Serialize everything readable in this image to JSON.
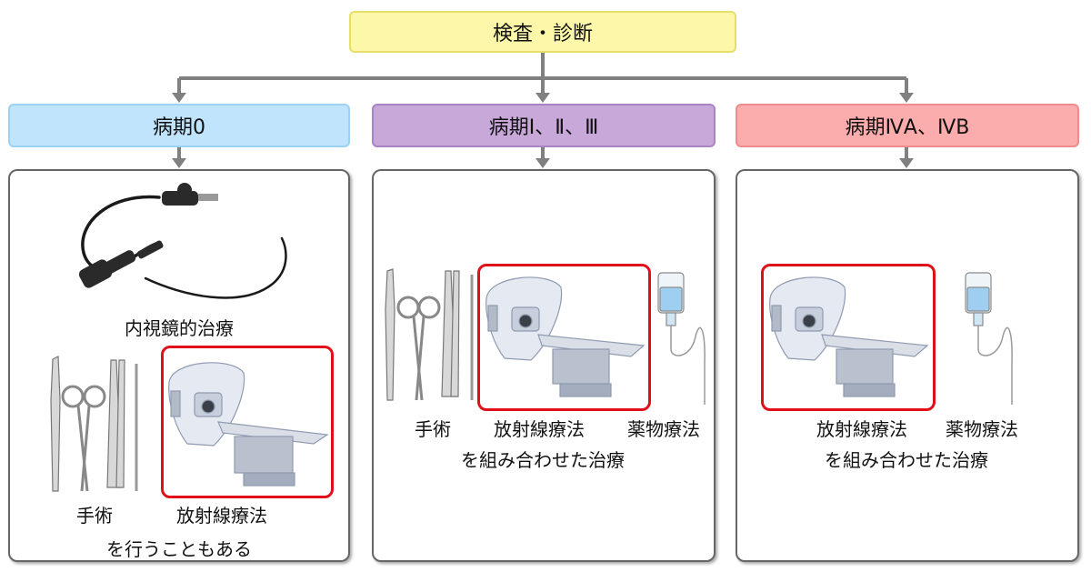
{
  "top": {
    "label": "検査・診断"
  },
  "stages": [
    {
      "header": "病期0",
      "color": "#bfe4fb",
      "border": "#9cd2f2",
      "items": {
        "endoscopic": "内視鏡的治療",
        "surgery": "手術",
        "radiation": "放射線療法",
        "note": "を行うこともある"
      }
    },
    {
      "header": "病期Ⅰ、Ⅱ、Ⅲ",
      "color": "#c7a8d9",
      "border": "#a884c4",
      "items": {
        "surgery": "手術",
        "radiation": "放射線療法",
        "drug": "薬物療法",
        "note": "を組み合わせた治療"
      }
    },
    {
      "header": "病期ⅣA、ⅣB",
      "color": "#fbacac",
      "border": "#ef8d8d",
      "items": {
        "radiation": "放射線療法",
        "drug": "薬物療法",
        "note": "を組み合わせた治療"
      }
    }
  ],
  "colors": {
    "connector": "#808080",
    "highlight": "#e0101a",
    "top_fill": "#fdf8a9",
    "top_border": "#e6df6a"
  }
}
